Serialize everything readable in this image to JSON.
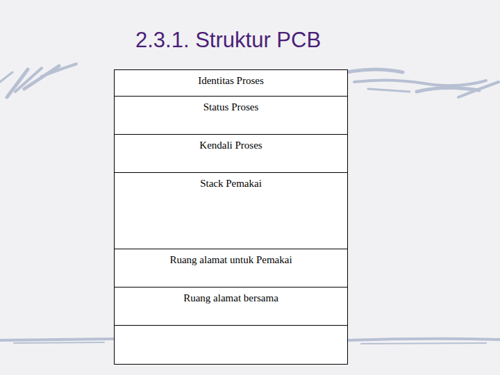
{
  "diagram": {
    "title": "2.3.1. Struktur PCB",
    "nodes": [
      {
        "text": [
          "Identitas Proses"
        ]
      },
      {
        "text": [
          "Status Proses"
        ]
      },
      {
        "text": [
          "Kendali Proses"
        ]
      },
      {
        "text": [
          "Stack Pemakai"
        ]
      },
      {
        "text": [
          "Ruang alamat untuk Pemakai"
        ]
      },
      {
        "text": [
          "Ruang alamat bersama"
        ]
      }
    ]
  }
}
